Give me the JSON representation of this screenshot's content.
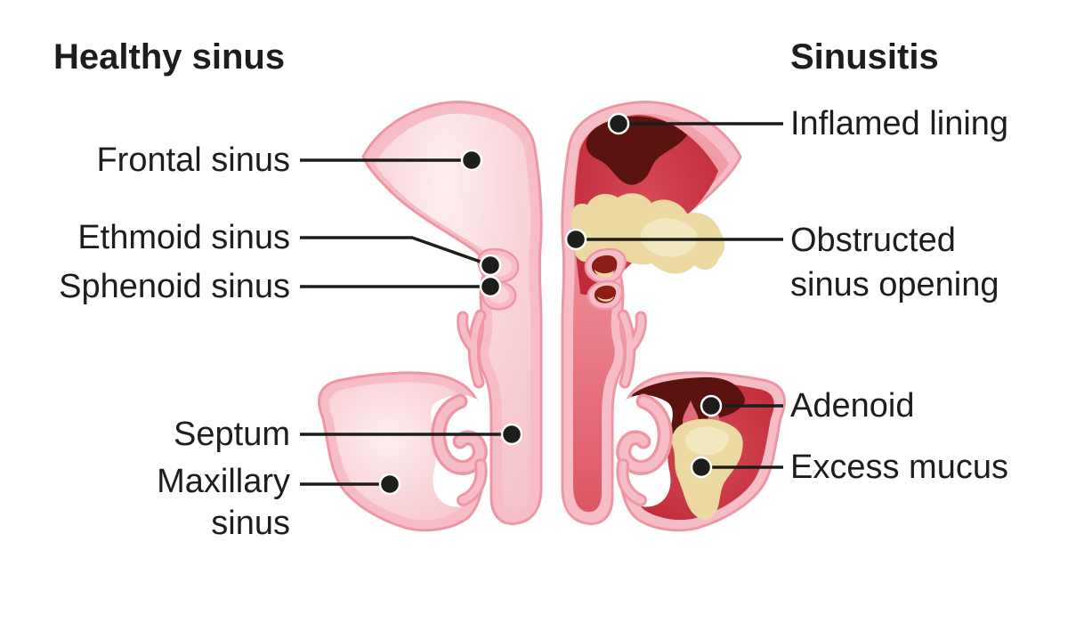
{
  "titles": {
    "left": "Healthy sinus",
    "right": "Sinusitis"
  },
  "labels": {
    "frontal_sinus": "Frontal sinus",
    "ethmoid_sinus": "Ethmoid sinus",
    "sphenoid_sinus": "Sphenoid sinus",
    "septum": "Septum",
    "maxillary_sinus": "Maxillary sinus",
    "inflamed_lining": "Inflamed lining",
    "obstructed_opening": "Obstructed sinus opening",
    "adenoid": "Adenoid",
    "excess_mucus": "Excess mucus"
  },
  "colors": {
    "text_black": "#1d1d1b",
    "leader_line": "#1d1d1b",
    "outline_pink": "#ee96a4",
    "band_pink": "#f7bdc6",
    "cavity_pale_pink": "#f8d2d7",
    "cavity_highlight": "#fdeef0",
    "inflamed_red": "#cd3642",
    "inflamed_red_deep": "#bb2733",
    "congested_top": "#f2a3ad",
    "congested_bottom": "#dc5663",
    "mucus_yellow": "#ecd9a2",
    "mucus_yellow_light": "#f3e7c0",
    "maroon_dark": "#5a130e",
    "pocket_red": "#8c1e15",
    "droplet_pink": "#e06d7c",
    "background": "#ffffff"
  }
}
